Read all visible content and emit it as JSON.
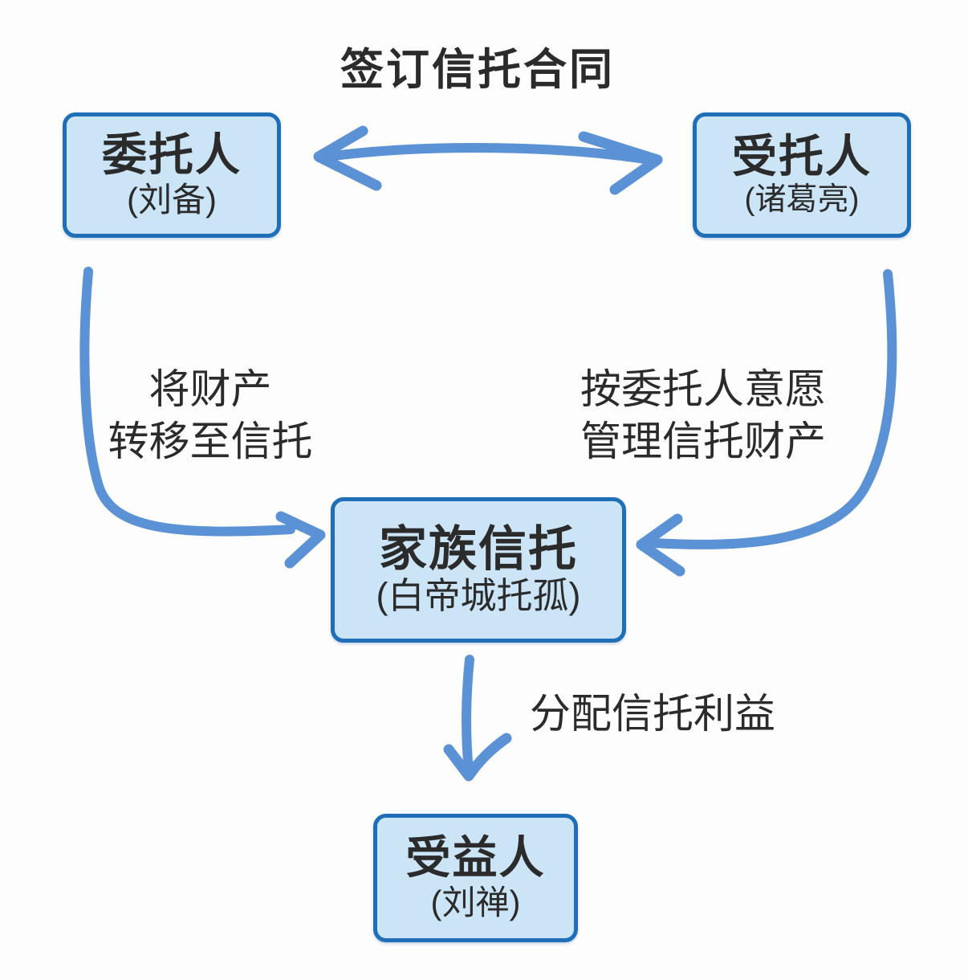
{
  "diagram": {
    "title": "签订信托合同",
    "nodes": {
      "settlor": {
        "title": "委托人",
        "subtitle": "(刘备)"
      },
      "trustee": {
        "title": "受托人",
        "subtitle": "(诸葛亮)"
      },
      "trust": {
        "title": "家族信托",
        "subtitle": "(白帝城托孤)"
      },
      "beneficiary": {
        "title": "受益人",
        "subtitle": "(刘禅)"
      }
    },
    "edges": {
      "sign_contract": {
        "from": "settlor",
        "to": "trustee",
        "label": "签订信托合同",
        "direction": "both"
      },
      "transfer": {
        "from": "settlor",
        "to": "trust",
        "label_line1": "将财产",
        "label_line2": "转移至信托"
      },
      "manage": {
        "from": "trustee",
        "to": "trust",
        "label_line1": "按委托人意愿",
        "label_line2": "管理信托财产"
      },
      "distribute": {
        "from": "trust",
        "to": "beneficiary",
        "label": "分配信托利益"
      }
    },
    "colors": {
      "node_fill": "#cbe5f7",
      "node_border": "#1e6fb8",
      "arrow": "#5b91d5",
      "text": "#2b2b2b",
      "background": "#fdfdfe"
    }
  }
}
